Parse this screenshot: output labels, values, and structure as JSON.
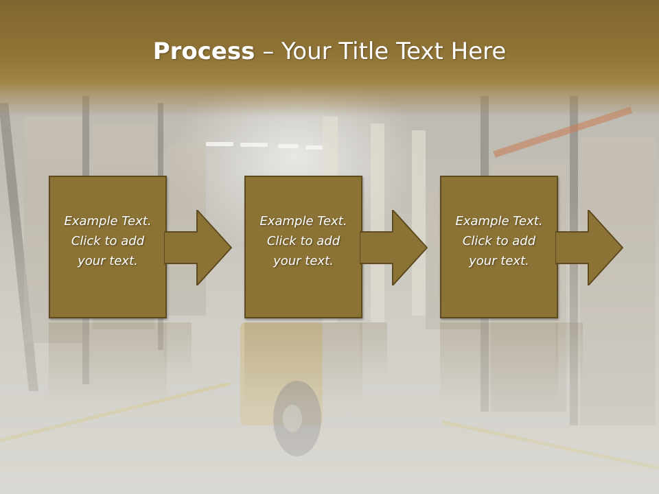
{
  "slide": {
    "title_bold": "Process",
    "title_rest": " – Your Title Text Here",
    "steps": [
      {
        "line1": "Example Text.",
        "line2": "Click  to add",
        "line3": "your text."
      },
      {
        "line1": "Example Text.",
        "line2": "Click  to add",
        "line3": "your text."
      },
      {
        "line1": "Example Text.",
        "line2": "Click  to add",
        "line3": "your text."
      }
    ]
  },
  "colors": {
    "header": "#8f7336",
    "step_fill": "#8b7235",
    "step_border": "#5e4a1f",
    "text": "#ffffff"
  },
  "icons": [
    "right-arrow-shape"
  ]
}
